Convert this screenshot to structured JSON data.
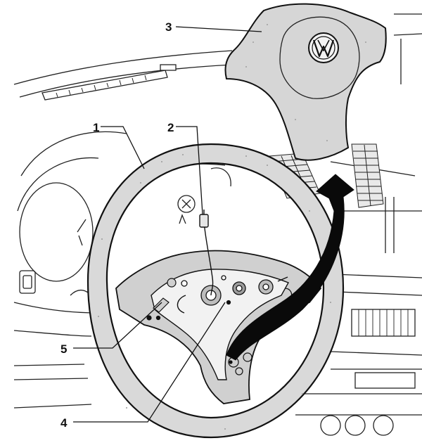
{
  "diagram": {
    "callouts": [
      {
        "id": "1",
        "label": "1"
      },
      {
        "id": "2",
        "label": "2"
      },
      {
        "id": "3",
        "label": "3"
      },
      {
        "id": "4",
        "label": "4"
      },
      {
        "id": "5",
        "label": "5"
      }
    ],
    "logo_text": "VW",
    "colors": {
      "ink": "#111111",
      "wheel_fill": "#d9d9d9",
      "cover_fill": "#d6d6d6",
      "arrow": "#0a0a0a",
      "paper": "#ffffff"
    }
  }
}
